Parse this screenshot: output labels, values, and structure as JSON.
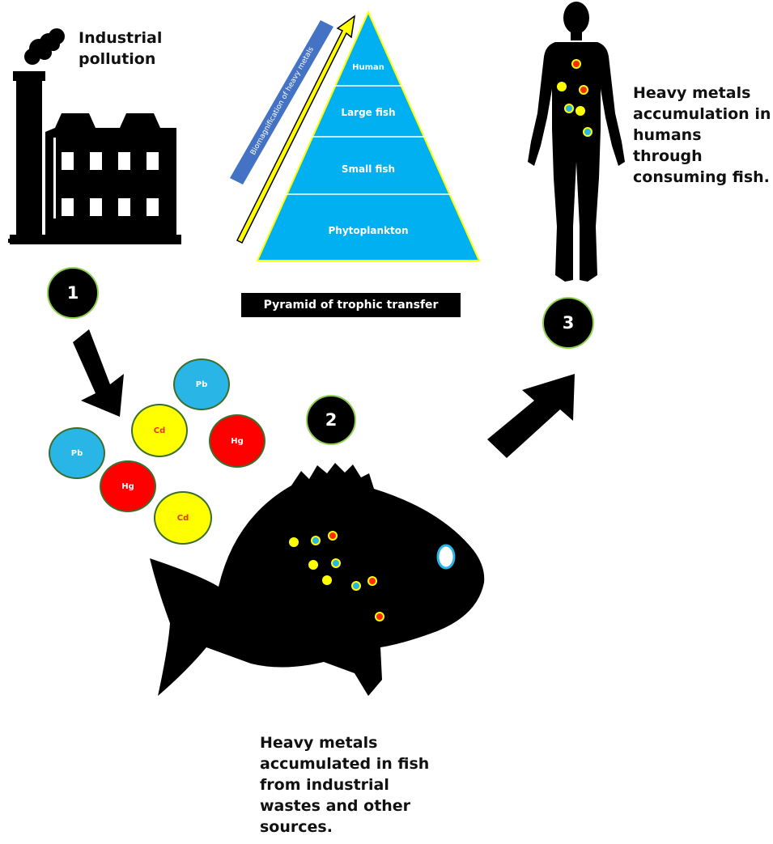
{
  "captions": {
    "industrial": "Industrial pollution",
    "human": "Heavy metals accumulation  in humans through consuming fish.",
    "fish": "Heavy metals accumulated in fish from industrial wastes and other sources."
  },
  "pyramid": {
    "caption": "Pyramid of trophic transfer",
    "arrow_label": "Biomagnification of heavy metals",
    "levels": [
      "Human",
      "Large fish",
      "Small fish",
      "Phytoplankton"
    ]
  },
  "steps": [
    "1",
    "2",
    "3"
  ],
  "metals": {
    "pb_a": "Pb",
    "pb_b": "Pb",
    "cd_a": "Cd",
    "cd_b": "Cd",
    "hg_a": "Hg",
    "hg_b": "Hg"
  },
  "colors": {
    "pyramid_fill": "#00b0f0",
    "pyramid_border": "#ffff00",
    "arrow_fill": "#ffff00",
    "arrow_label_bg": "#4472c4",
    "lead": "#29b6e6",
    "cadmium": "#ffff00",
    "mercury": "#ff0000",
    "step_border": "#8fd14f"
  },
  "icons": [
    "factory-icon",
    "fish-icon",
    "human-silhouette-icon",
    "arrow-down-right-icon",
    "arrow-up-right-icon"
  ]
}
